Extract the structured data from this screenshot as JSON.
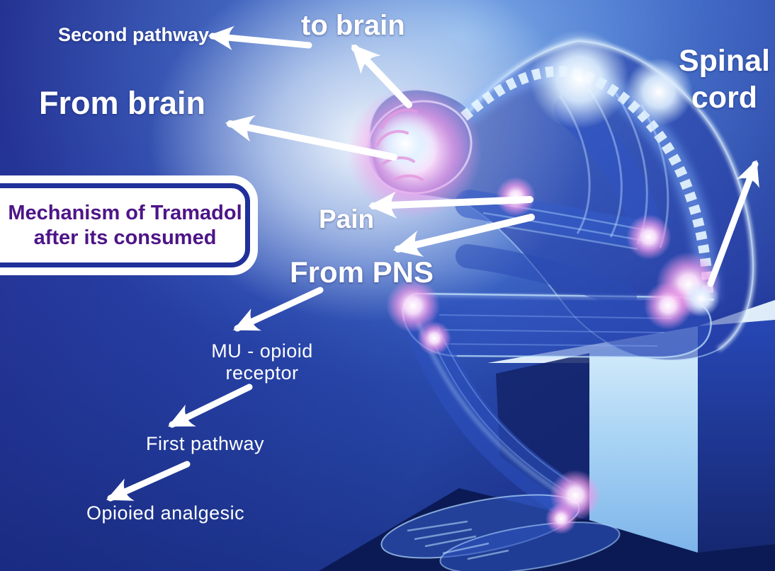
{
  "title_box": {
    "line1": "Mechanism of Tramadol",
    "line2": "after its consumed"
  },
  "labels": {
    "second_pathway": "Second pathway",
    "to_brain": "to brain",
    "from_brain": "From brain",
    "spinal_cord_line1": "Spinal",
    "spinal_cord_line2": "cord",
    "pain": "Pain",
    "from_pns": "From PNS",
    "mu_receptor_line1": "MU - opioid",
    "mu_receptor_line2": "receptor",
    "first_pathway": "First pathway",
    "opioid_analgesic": "Opioied analgesic"
  },
  "arrows": [
    {
      "from": "to brain",
      "to": "Second pathway"
    },
    {
      "from": "brain",
      "to": "to brain"
    },
    {
      "from": "brain",
      "to": "From brain"
    },
    {
      "from": "head",
      "to": "Pain"
    },
    {
      "from": "body",
      "to": "From PNS"
    },
    {
      "from": "From PNS",
      "to": "MU - opioid receptor"
    },
    {
      "from": "MU - opioid receptor",
      "to": "First pathway"
    },
    {
      "from": "First pathway",
      "to": "Opioied analgesic"
    },
    {
      "from": "lower spine",
      "to": "Spinal cord"
    }
  ],
  "colors": {
    "background_navy": "#21309a",
    "background_light_blue": "#5d8fdd",
    "head_halo": "#e9f2fb",
    "title_text_purple": "#4d1487",
    "title_border_blue": "#20309a",
    "arrow_white": "#ffffff",
    "glow_pink": "#f09ae8",
    "cube_light_blue": "#a8d3f4",
    "floor_dark": "#0b1a54"
  }
}
